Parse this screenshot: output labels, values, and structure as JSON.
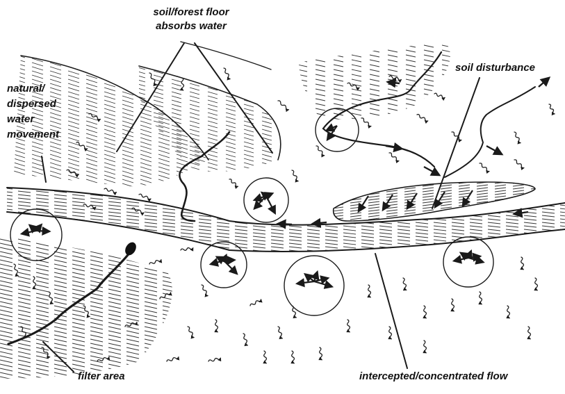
{
  "labels": {
    "forest_floor_line1": "soil/forest floor",
    "forest_floor_line2": "absorbs water",
    "natural_line1": "natural/",
    "natural_line2": "dispersed",
    "natural_line3": "water",
    "natural_line4": "movement",
    "soil_disturbance": "soil disturbance",
    "filter_area": "filter area",
    "intercepted_flow": "intercepted/concentrated flow"
  },
  "icons": {
    "water_arrow": "wavy-arrow-icon",
    "dispersion_circle": "dispersion-circle-icon"
  },
  "colors": {
    "ink": "#1a1a1a",
    "background": "#ffffff"
  }
}
